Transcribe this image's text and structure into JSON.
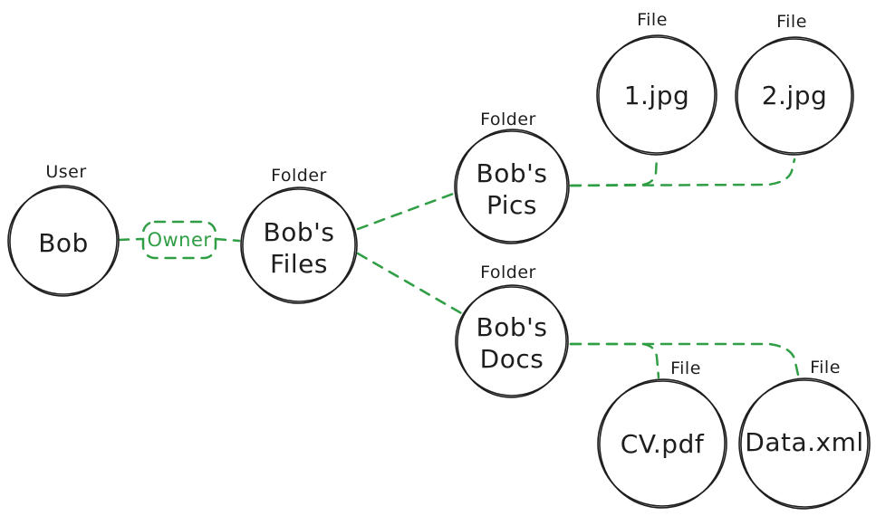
{
  "diagram": {
    "colors": {
      "node_stroke": "#1e1e1e",
      "text": "#1e1e1e",
      "relation_green": "#2f9e44",
      "background": "#ffffff"
    },
    "nodes": [
      {
        "id": "bob",
        "type_label": "User",
        "label": "Bob"
      },
      {
        "id": "bobs-files",
        "type_label": "Folder",
        "label": "Bob's Files",
        "lines": [
          "Bob's",
          "Files"
        ]
      },
      {
        "id": "bobs-pics",
        "type_label": "Folder",
        "label": "Bob's Pics",
        "lines": [
          "Bob's",
          "Pics"
        ]
      },
      {
        "id": "file-1-jpg",
        "type_label": "File",
        "label": "1.jpg"
      },
      {
        "id": "file-2-jpg",
        "type_label": "File",
        "label": "2.jpg"
      },
      {
        "id": "bobs-docs",
        "type_label": "Folder",
        "label": "Bob's Docs",
        "lines": [
          "Bob's",
          "Docs"
        ]
      },
      {
        "id": "file-cv-pdf",
        "type_label": "File",
        "label": "CV.pdf"
      },
      {
        "id": "file-data-xml",
        "type_label": "File",
        "label": "Data.xml"
      }
    ],
    "edges": [
      {
        "from": "Bob",
        "to": "Bob's Files",
        "label": "Owner"
      },
      {
        "from": "Bob's Files",
        "to": "Bob's Pics"
      },
      {
        "from": "Bob's Files",
        "to": "Bob's Docs"
      },
      {
        "from": "Bob's Pics",
        "to": "1.jpg"
      },
      {
        "from": "Bob's Pics",
        "to": "2.jpg"
      },
      {
        "from": "Bob's Docs",
        "to": "CV.pdf"
      },
      {
        "from": "Bob's Docs",
        "to": "Data.xml"
      }
    ]
  }
}
